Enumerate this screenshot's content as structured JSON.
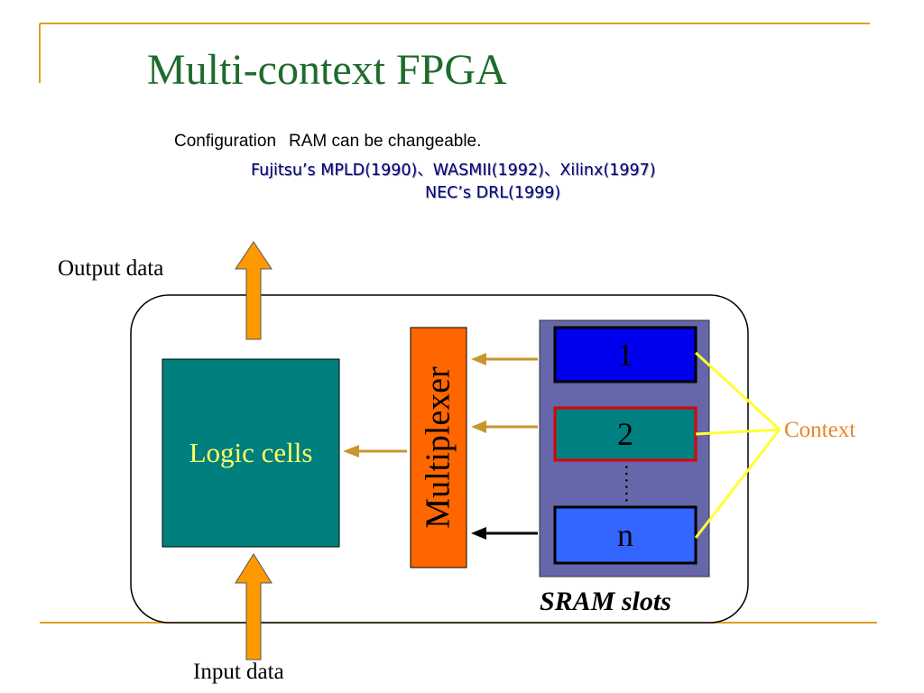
{
  "slide": {
    "title": "Multi-context FPGA",
    "subtitle_a": "Configuration",
    "subtitle_b": "RAM can be changeable.",
    "citation_1": "Fujitsu’s MPLD(1990)、WASMII(1992)、Xilinx(1997)",
    "citation_2": "NEC’s DRL(1999)"
  },
  "diagram": {
    "output_label": "Output data",
    "input_label": "Input data",
    "logic_label": "Logic cells",
    "mux_label": "Multiplexer",
    "slots": [
      "1",
      "2",
      "n"
    ],
    "ellipsis": "……",
    "context_label": "Context",
    "sram_label": "SRAM slots"
  },
  "colors": {
    "title": "#1f6b2c",
    "rule": "#e0a020",
    "arrow_fill": "#ff9900",
    "logic_fill": "#007f7f",
    "mux_fill": "#ff6600",
    "sram_fill": "#6666aa",
    "slot1_fill": "#0000ee",
    "slot2_fill": "#008080",
    "slot2_border": "#dd0000",
    "slotn_fill": "#3366ff",
    "context_lines": "#ffff33",
    "context_text": "#e8862a",
    "citation_text": "#000080"
  }
}
